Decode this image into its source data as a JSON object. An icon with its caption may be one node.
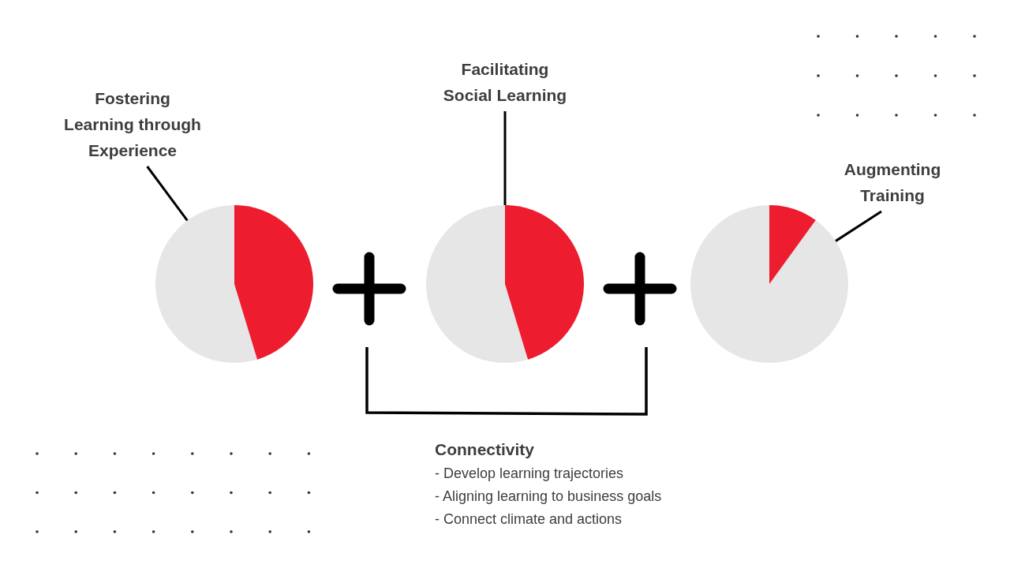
{
  "diagram": {
    "nodes": [
      {
        "text": [
          "Fostering Learning through Experience"
        ]
      },
      {
        "text": [],
        "shape": "circle"
      },
      {
        "text": [
          "Facilitating Social Learning"
        ]
      },
      {
        "text": [],
        "shape": "circle"
      },
      {
        "text": [
          "Augmenting Training"
        ]
      },
      {
        "text": [],
        "shape": "circle"
      }
    ],
    "edges": [
      {
        "from": 0,
        "to": 1,
        "arrow": "none"
      },
      {
        "from": 2,
        "to": 3,
        "arrow": "none"
      },
      {
        "from": 4,
        "to": 5,
        "arrow": "none"
      }
    ],
    "labels": [
      "Connectivity",
      "- Develop learning trajectories",
      "- Aligning learning to business goals",
      "- Connect climate and actions"
    ]
  }
}
